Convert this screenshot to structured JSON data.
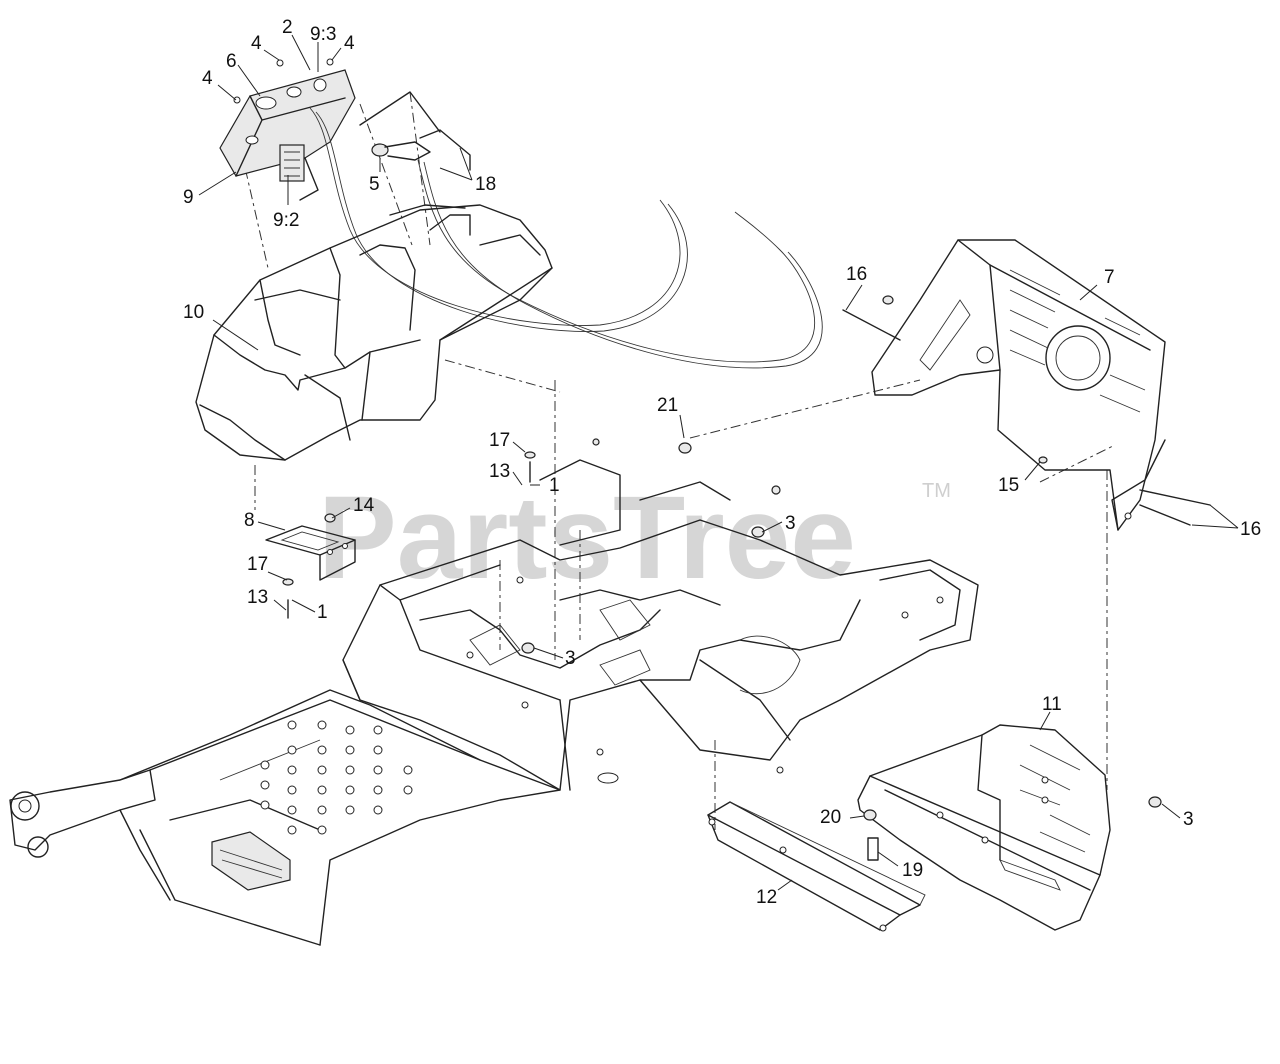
{
  "watermark": {
    "brand": "PartsTree",
    "trademark": "TM"
  },
  "callouts": [
    {
      "id": "c-4a",
      "text": "4"
    },
    {
      "id": "c-2",
      "text": "2"
    },
    {
      "id": "c-9-3",
      "text": "9:3"
    },
    {
      "id": "c-4b",
      "text": "4"
    },
    {
      "id": "c-6",
      "text": "6"
    },
    {
      "id": "c-4c",
      "text": "4"
    },
    {
      "id": "c-5",
      "text": "5"
    },
    {
      "id": "c-18",
      "text": "18"
    },
    {
      "id": "c-9",
      "text": "9"
    },
    {
      "id": "c-9-2",
      "text": "9:2"
    },
    {
      "id": "c-10",
      "text": "10"
    },
    {
      "id": "c-16a",
      "text": "16"
    },
    {
      "id": "c-7",
      "text": "7"
    },
    {
      "id": "c-21",
      "text": "21"
    },
    {
      "id": "c-17a",
      "text": "17"
    },
    {
      "id": "c-13a",
      "text": "13"
    },
    {
      "id": "c-1a",
      "text": "1"
    },
    {
      "id": "c-15",
      "text": "15"
    },
    {
      "id": "c-16b",
      "text": "16"
    },
    {
      "id": "c-14",
      "text": "14"
    },
    {
      "id": "c-8",
      "text": "8"
    },
    {
      "id": "c-3a",
      "text": "3"
    },
    {
      "id": "c-17b",
      "text": "17"
    },
    {
      "id": "c-13b",
      "text": "13"
    },
    {
      "id": "c-1b",
      "text": "1"
    },
    {
      "id": "c-3b",
      "text": "3"
    },
    {
      "id": "c-11",
      "text": "11"
    },
    {
      "id": "c-20",
      "text": "20"
    },
    {
      "id": "c-3c",
      "text": "3"
    },
    {
      "id": "c-19",
      "text": "19"
    },
    {
      "id": "c-12",
      "text": "12"
    }
  ]
}
